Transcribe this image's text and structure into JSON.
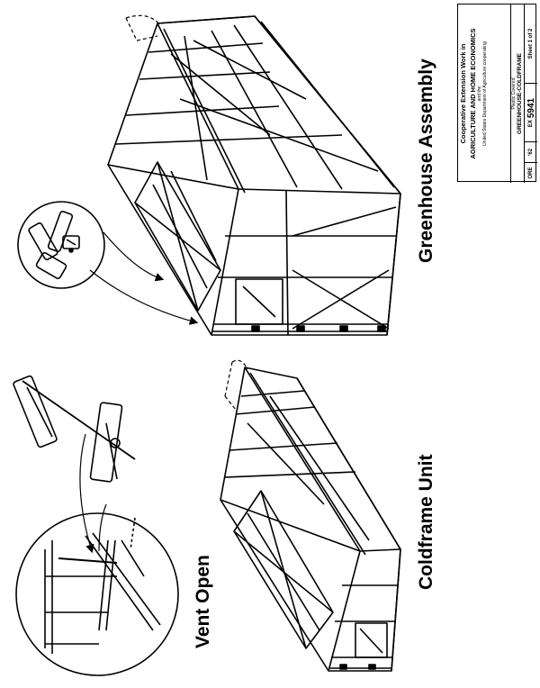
{
  "captions": {
    "greenhouse": "Greenhouse Assembly",
    "coldframe": "Coldframe Unit",
    "vent": "Vent Open"
  },
  "title_block": {
    "org_line1": "Cooperative Extension Work in",
    "org_line2": "AGRICULTURE AND HOME ECONOMICS",
    "and_the": "and the",
    "usda": "United States Department of Agriculture cooperating",
    "plastic": "Plastic Covered",
    "drawing_name": "GREENHOUSE-COLDFRAME",
    "state": "ORE",
    "year": "'62",
    "ex_label": "EX",
    "ex_number": "5941",
    "sheet": "Sheet 1 of 2"
  }
}
